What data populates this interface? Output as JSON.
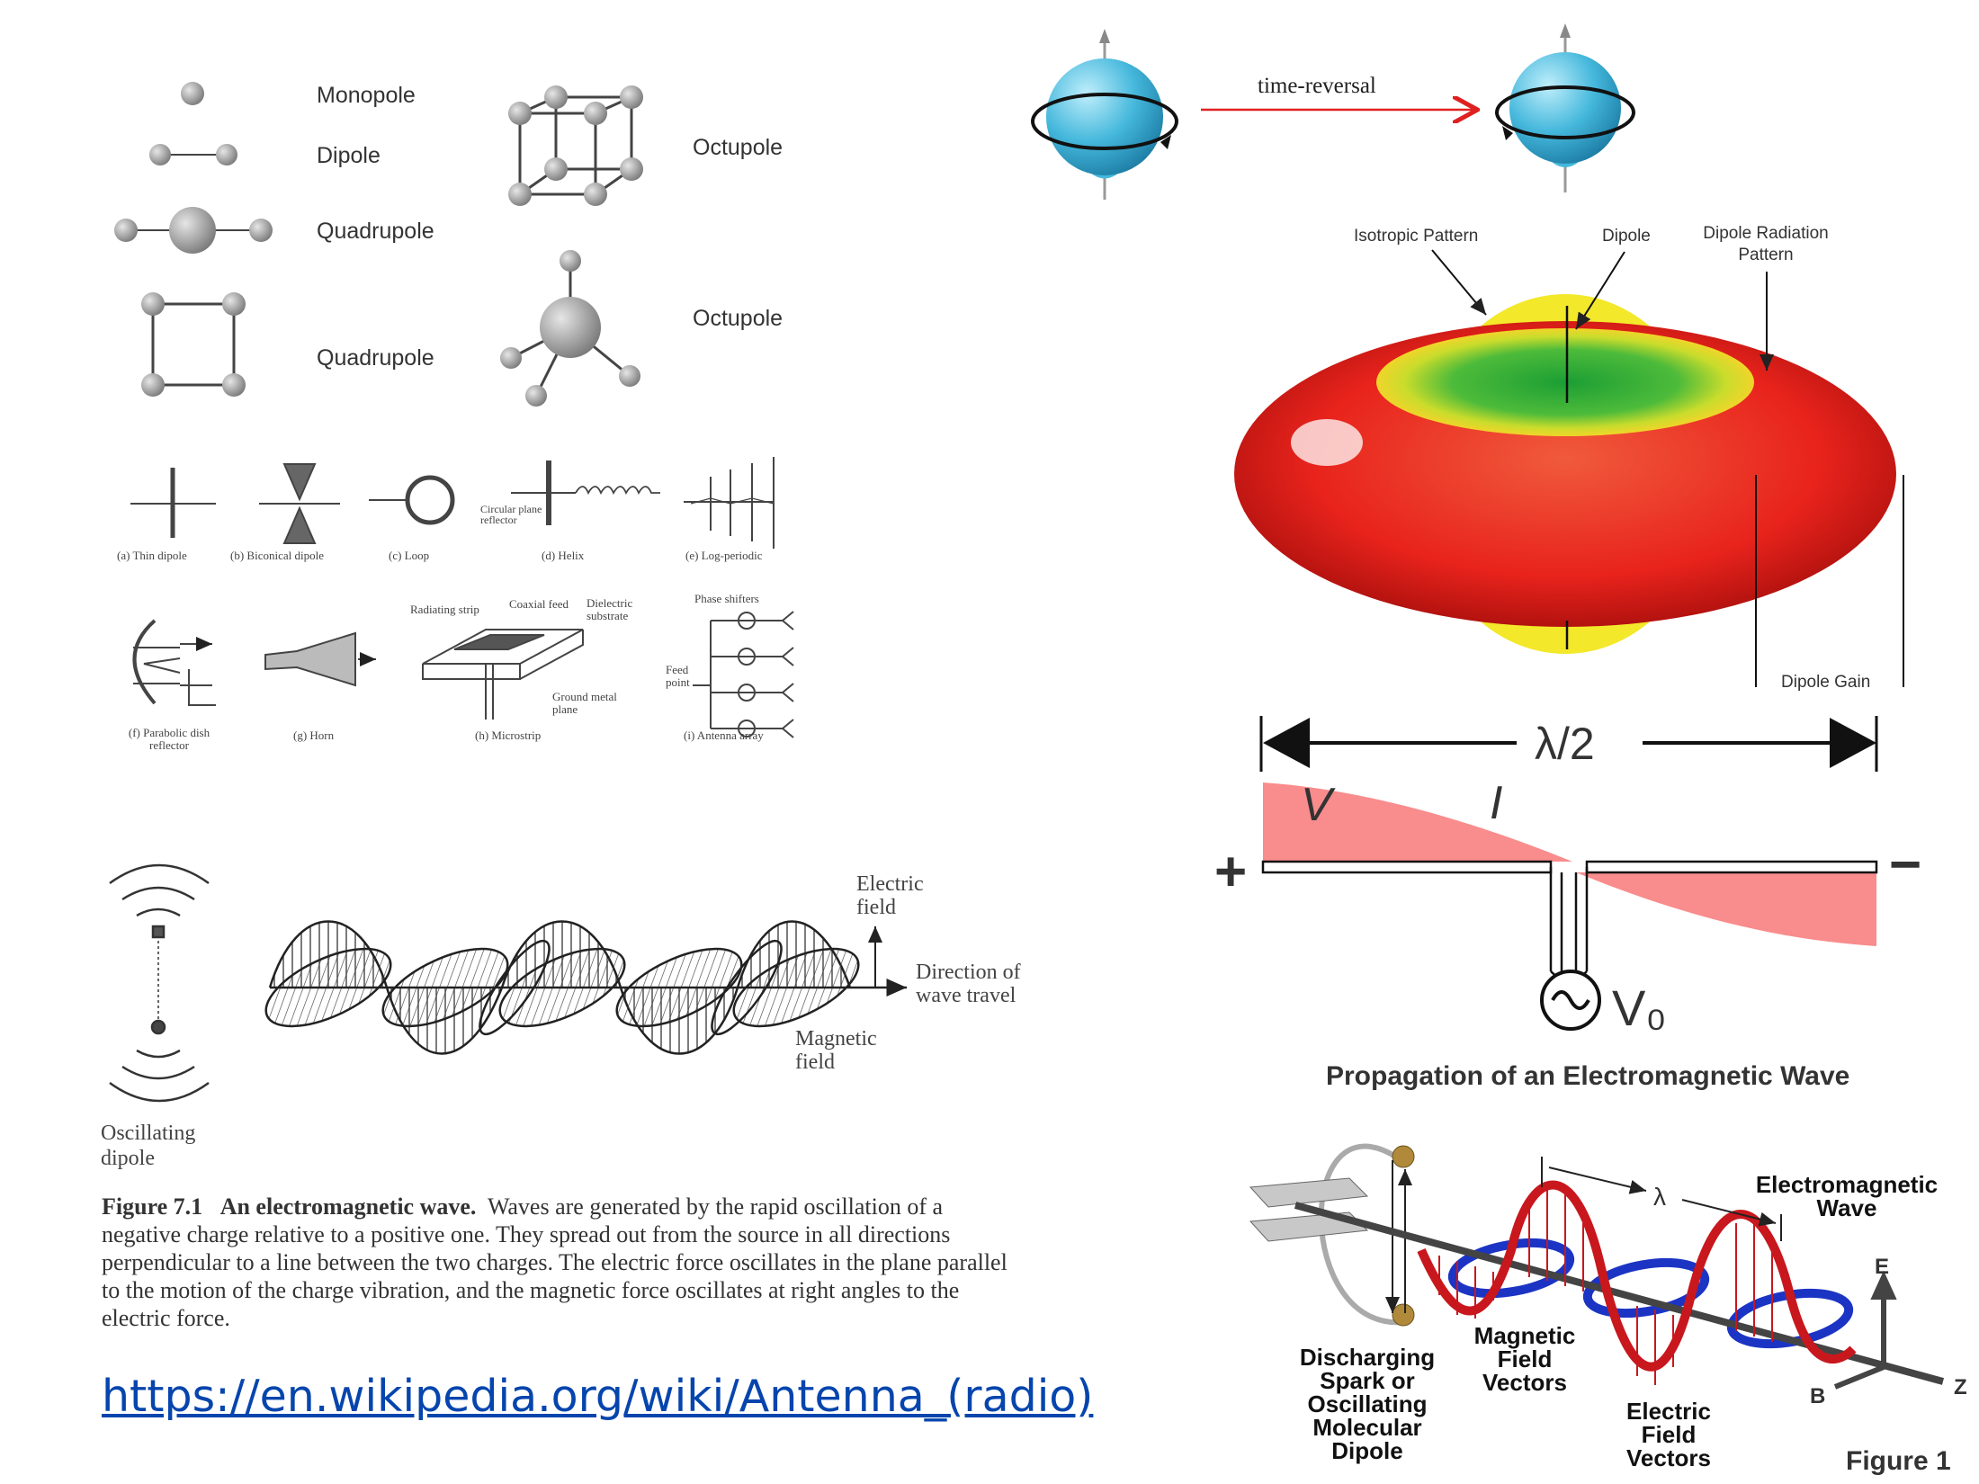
{
  "multipoles": {
    "monopole": "Monopole",
    "dipole": "Dipole",
    "quadrupole1": "Quadrupole",
    "quadrupole2": "Quadrupole",
    "octupole1": "Octupole",
    "octupole2": "Octupole"
  },
  "antenna_types": {
    "thin_dipole": "(a) Thin dipole",
    "biconical": "(b) Biconical dipole",
    "loop": "(c) Loop",
    "helix": "(d) Helix",
    "log_periodic": "(e) Log-periodic",
    "circular_plane": "Circular plane reflector",
    "parabolic": "(f) Parabolic dish reflector",
    "horn": "(g) Horn",
    "microstrip": "(h) Microstrip",
    "array": "(i) Antenna array",
    "radiating_strip": "Radiating strip",
    "coaxial_feed": "Coaxial feed",
    "dielectric": "Dielectric substrate",
    "ground_plane": "Ground metal plane",
    "phase_shifters": "Phase shifters",
    "feed_point": "Feed point"
  },
  "em_wave": {
    "electric_field": "Electric field",
    "direction": "Direction of wave travel",
    "magnetic_field": "Magnetic field",
    "oscillating_dipole": "Oscillating dipole",
    "figure_label": "Figure 7.1",
    "figure_title": "An electromagnetic wave.",
    "caption": "Waves are generated by the rapid oscillation of a negative charge relative to a positive one. They spread out from the source in all directions perpendicular to a line between the two charges. The electric force oscillates in the plane parallel to the motion of the charge vibration, and the magnetic force oscillates at right angles to the electric force."
  },
  "link": "https://en.wikipedia.org/wiki/Antenna_(radio)",
  "spin": {
    "label": "time-reversal"
  },
  "radiation": {
    "isotropic": "Isotropic Pattern",
    "dipole": "Dipole",
    "pattern": "Dipole Radiation Pattern",
    "gain": "Dipole Gain"
  },
  "halfwave": {
    "lambda": "λ/2",
    "plus": "+",
    "minus": "−",
    "v": "V",
    "i": "I",
    "source": "V₀"
  },
  "propagation": {
    "title": "Propagation of an Electromagnetic Wave",
    "lambda": "λ",
    "em_wave": "Electromagnetic Wave",
    "e": "E",
    "b": "B",
    "z": "Z",
    "spark": "Discharging Spark or Oscillating Molecular Dipole",
    "magnetic": "Magnetic Field Vectors",
    "electric": "Electric Field Vectors",
    "figure": "Figure 1"
  },
  "colors": {
    "sphere": "#45b8dc",
    "torus_red": "#e8231c",
    "torus_yellow": "#f3e82a",
    "torus_green": "#3fae3a",
    "pink": "#f98c8c",
    "wave_red": "#c8171d",
    "wave_blue": "#1c34c4",
    "arrow_red": "#e02020",
    "link": "#0645ad"
  }
}
